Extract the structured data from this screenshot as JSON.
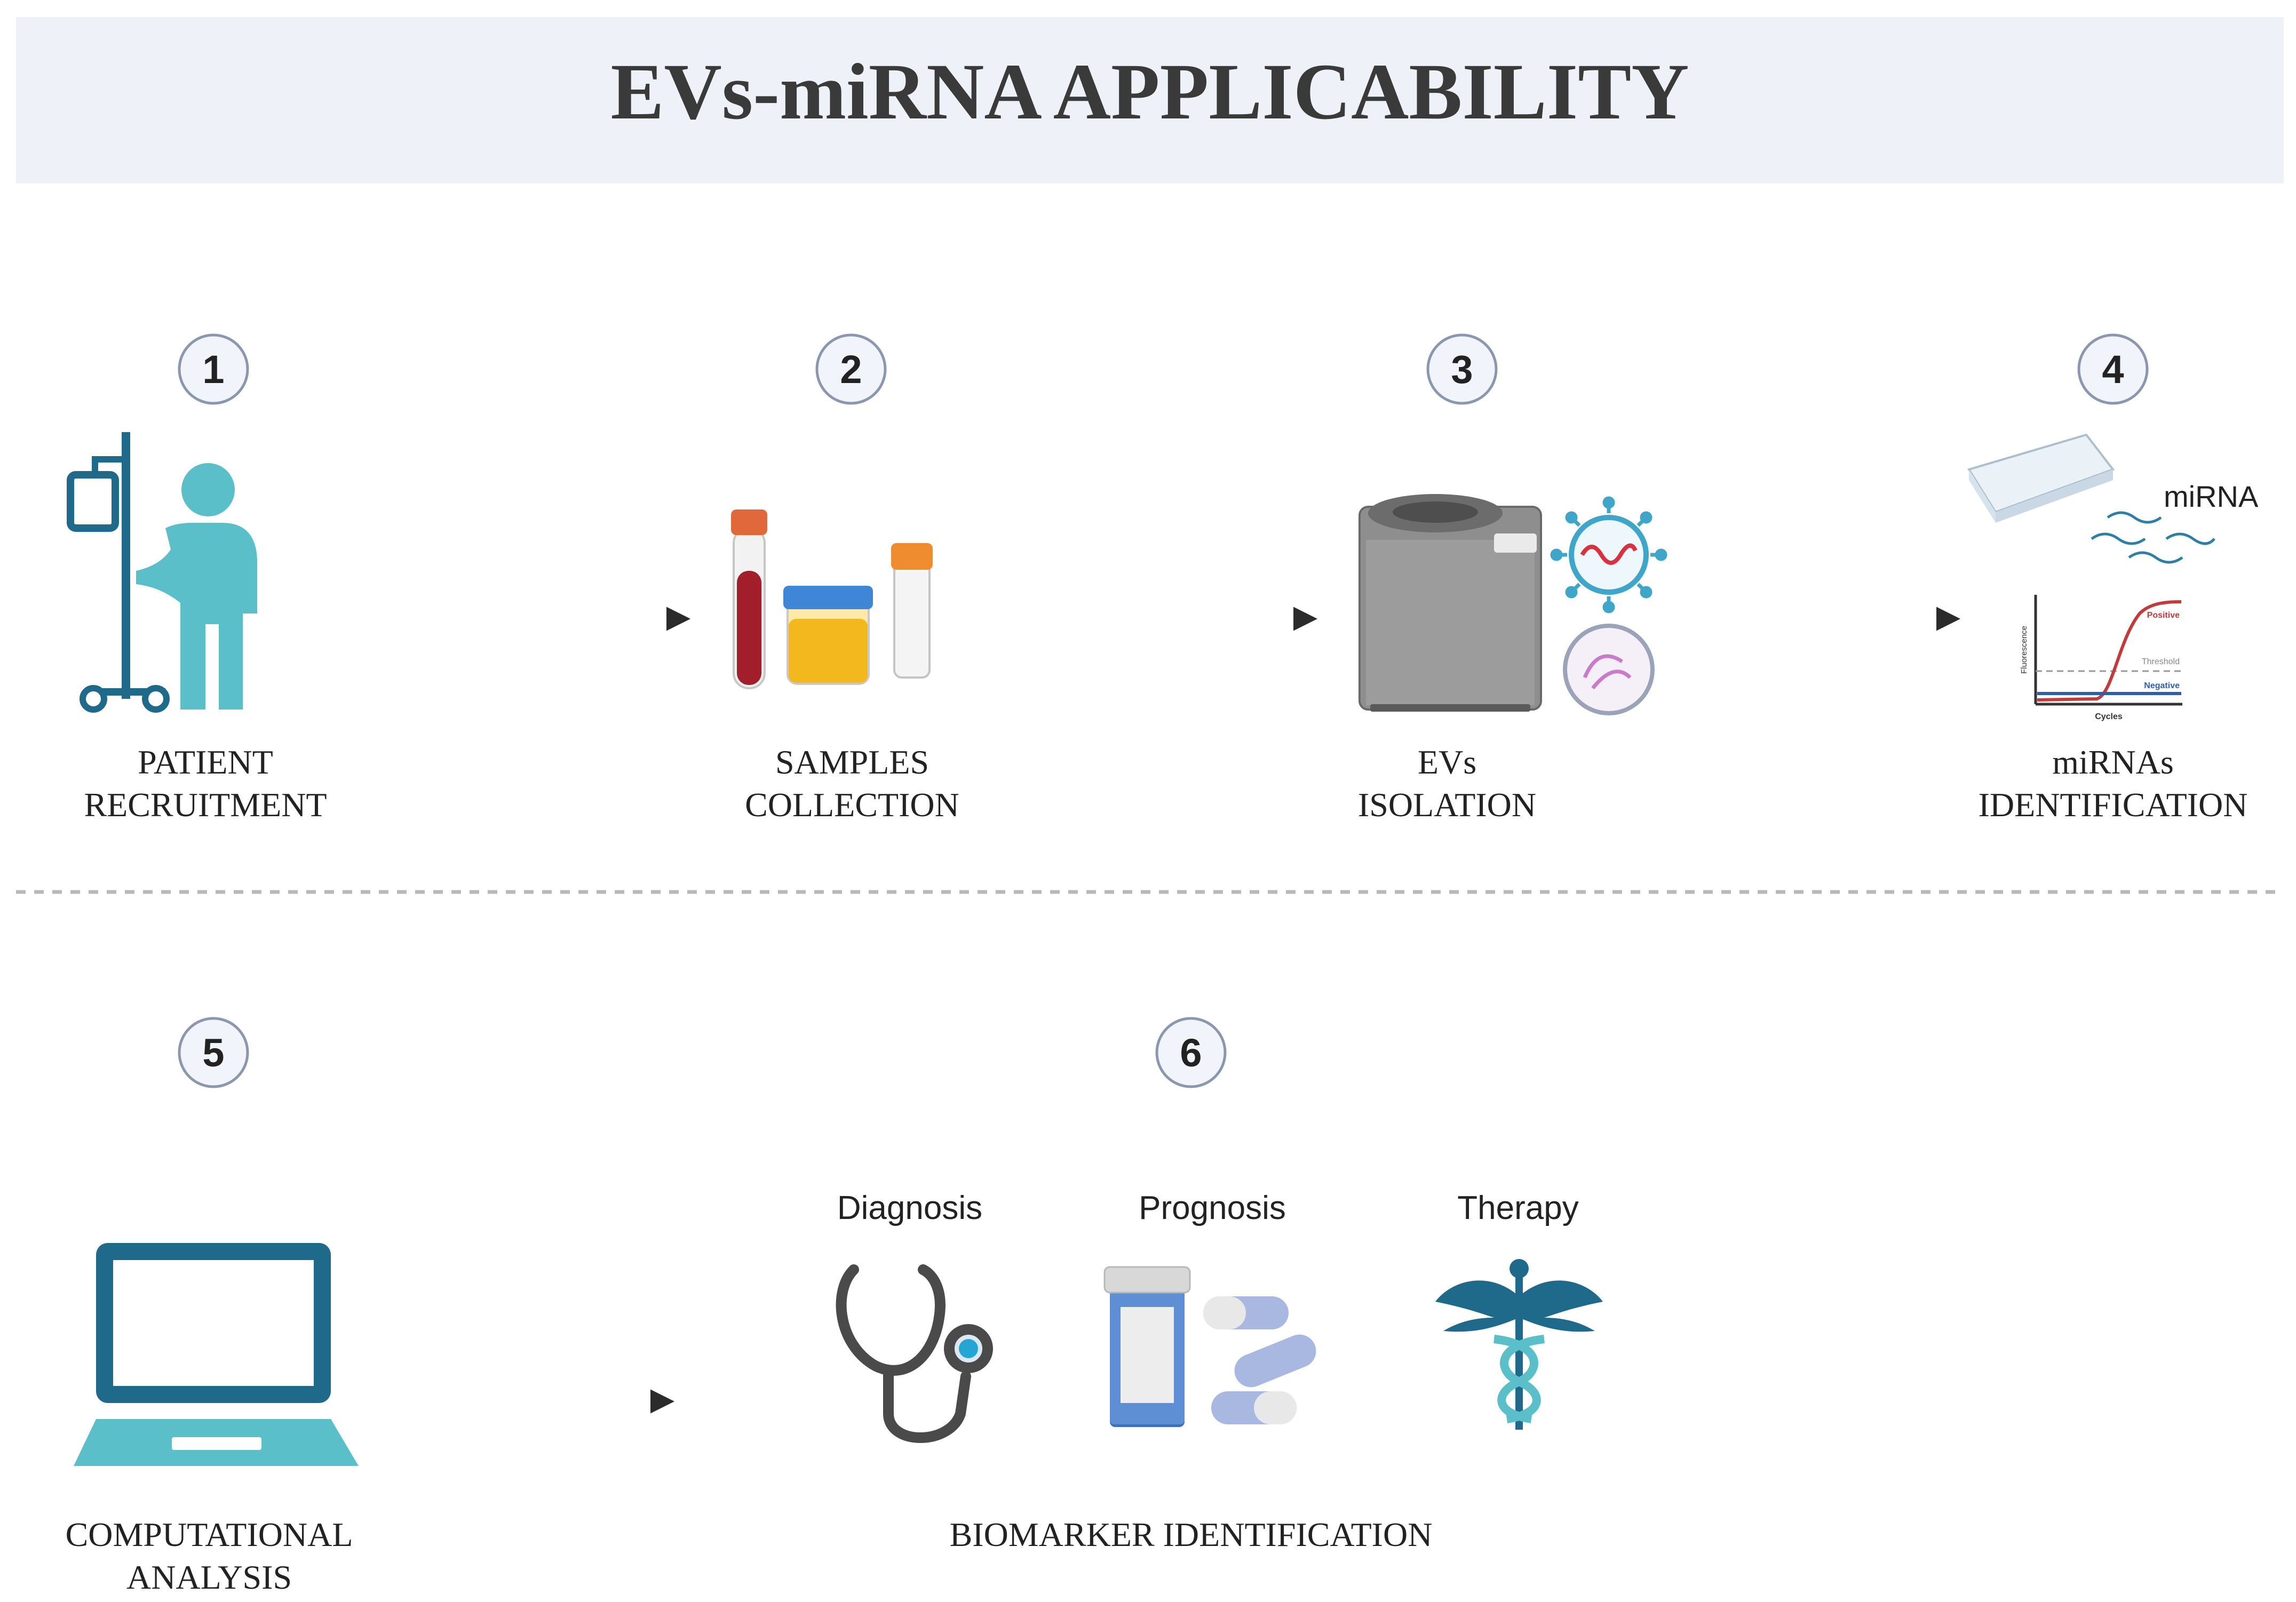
{
  "title": "EVs-miRNA APPLICABILITY",
  "colors": {
    "header_bg": "#EEF2F8",
    "title_text": "#3A3A3A",
    "badge_fill": "#F1F4FA",
    "badge_stroke": "#8A97AE",
    "arrow": "#2B2B2B",
    "teal": "#5BBFC9",
    "navy": "#1F6A8A",
    "divider": "#B9B9B9"
  },
  "steps": [
    {
      "number": "1",
      "line1": "PATIENT",
      "line2": "RECRUITMENT",
      "icon": "patient-iv-icon"
    },
    {
      "number": "2",
      "line1": "SAMPLES",
      "line2": "COLLECTION",
      "icon": "sample-tubes-icon"
    },
    {
      "number": "3",
      "line1": "EVs",
      "line2": "ISOLATION",
      "icon": "centrifuge-icon"
    },
    {
      "number": "4",
      "line1": "miRNAs",
      "line2": "IDENTIFICATION",
      "icon": "qpcr-icon"
    },
    {
      "number": "5",
      "line1": "COMPUTATIONAL",
      "line2": "ANALYSIS",
      "icon": "laptop-icon"
    },
    {
      "number": "6",
      "line1": "BIOMARKER IDENTIFICATION",
      "line2": "",
      "icon": "biomarker-icons"
    }
  ],
  "mirna_label": "miRNA",
  "qpcr": {
    "positive": "Positive",
    "threshold": "Threshold",
    "negative": "Negative",
    "x_axis": "Cycles",
    "y_axis": "Fluorescence"
  },
  "biomarkers": [
    {
      "label": "Diagnosis",
      "icon": "stethoscope-icon"
    },
    {
      "label": "Prognosis",
      "icon": "pill-bottle-icon"
    },
    {
      "label": "Therapy",
      "icon": "caduceus-icon"
    }
  ]
}
